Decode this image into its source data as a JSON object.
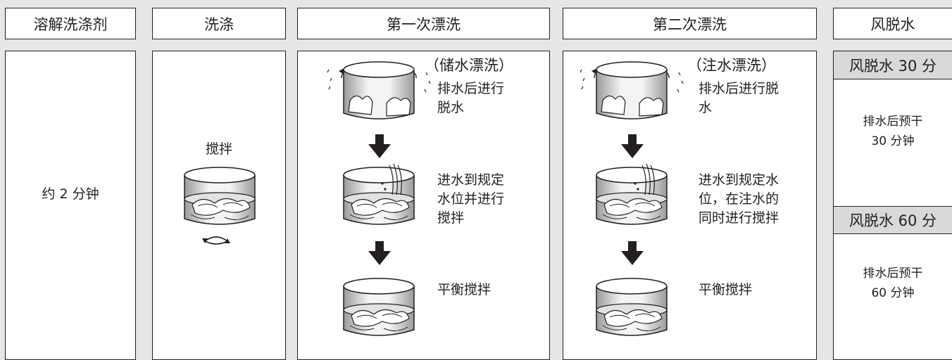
{
  "headers": {
    "dissolve": "溶解洗涤剂",
    "wash": "洗涤",
    "rinse1": "第一次漂洗",
    "rinse2": "第二次漂洗",
    "airdry": "风脱水"
  },
  "dissolve": {
    "time": "约 2 分钟"
  },
  "wash": {
    "label": "搅拌"
  },
  "rinse1": {
    "note": "（储水漂洗）",
    "steps": [
      "排水后进行\n脱水",
      "进水到规定\n水位并进行\n搅拌",
      "平衡搅拌"
    ]
  },
  "rinse2": {
    "note": "（注水漂洗）",
    "steps": [
      "排水后进行脱\n水",
      "进水到规定水\n位，在注水的\n同时进行搅拌",
      "平衡搅拌"
    ]
  },
  "airdry": {
    "options": [
      {
        "title": "风脱水 30 分",
        "desc": "排水后预干\n30 分钟"
      },
      {
        "title": "风脱水 60 分",
        "desc": "排水后预干\n60 分钟"
      }
    ]
  }
}
